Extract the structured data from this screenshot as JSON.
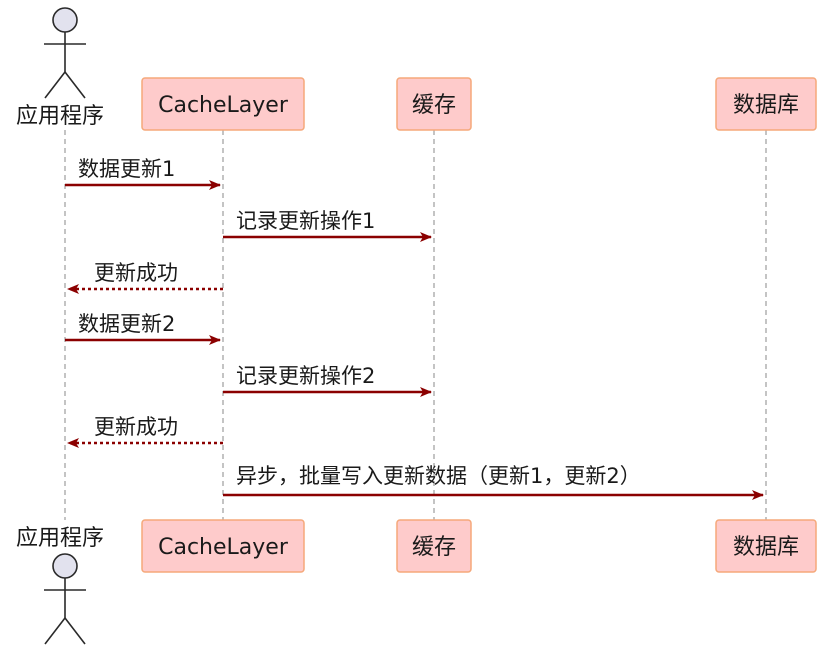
{
  "participants": [
    {
      "id": "app",
      "label": "应用程序",
      "kind": "actor"
    },
    {
      "id": "cache_layer",
      "label": "CacheLayer",
      "kind": "participant"
    },
    {
      "id": "cache",
      "label": "缓存",
      "kind": "participant"
    },
    {
      "id": "db",
      "label": "数据库",
      "kind": "participant"
    }
  ],
  "messages": [
    {
      "from": "app",
      "to": "cache_layer",
      "label": "数据更新1",
      "style": "sync"
    },
    {
      "from": "cache_layer",
      "to": "cache",
      "label": "记录更新操作1",
      "style": "sync"
    },
    {
      "from": "cache_layer",
      "to": "app",
      "label": "更新成功",
      "style": "return"
    },
    {
      "from": "app",
      "to": "cache_layer",
      "label": "数据更新2",
      "style": "sync"
    },
    {
      "from": "cache_layer",
      "to": "cache",
      "label": "记录更新操作2",
      "style": "sync"
    },
    {
      "from": "cache_layer",
      "to": "app",
      "label": "更新成功",
      "style": "return"
    },
    {
      "from": "cache_layer",
      "to": "db",
      "label": "异步，批量写入更新数据（更新1，更新2）",
      "style": "sync"
    }
  ],
  "colors": {
    "participant_fill": "#fecbcb",
    "participant_border": "#f5a87a",
    "arrow": "#8b0000",
    "lifeline": "#8a8a8a",
    "actor_head": "#e2e2ee"
  }
}
